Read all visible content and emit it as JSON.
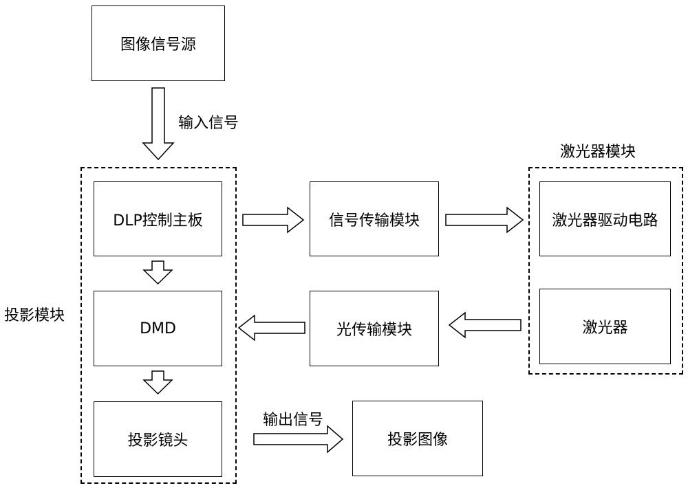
{
  "nodes": {
    "image_source": "图像信号源",
    "dlp_board": "DLP控制主板",
    "dmd": "DMD",
    "projection_lens": "投影镜头",
    "signal_transfer": "信号传输模块",
    "optical_transfer": "光传输模块",
    "laser_driver": "激光器驱动电路",
    "laser": "激光器",
    "projected_image": "投影图像"
  },
  "groups": {
    "projection_module": "投影模块",
    "laser_module": "激光器模块"
  },
  "edge_labels": {
    "input_signal": "输入信号",
    "output_signal": "输出信号"
  }
}
